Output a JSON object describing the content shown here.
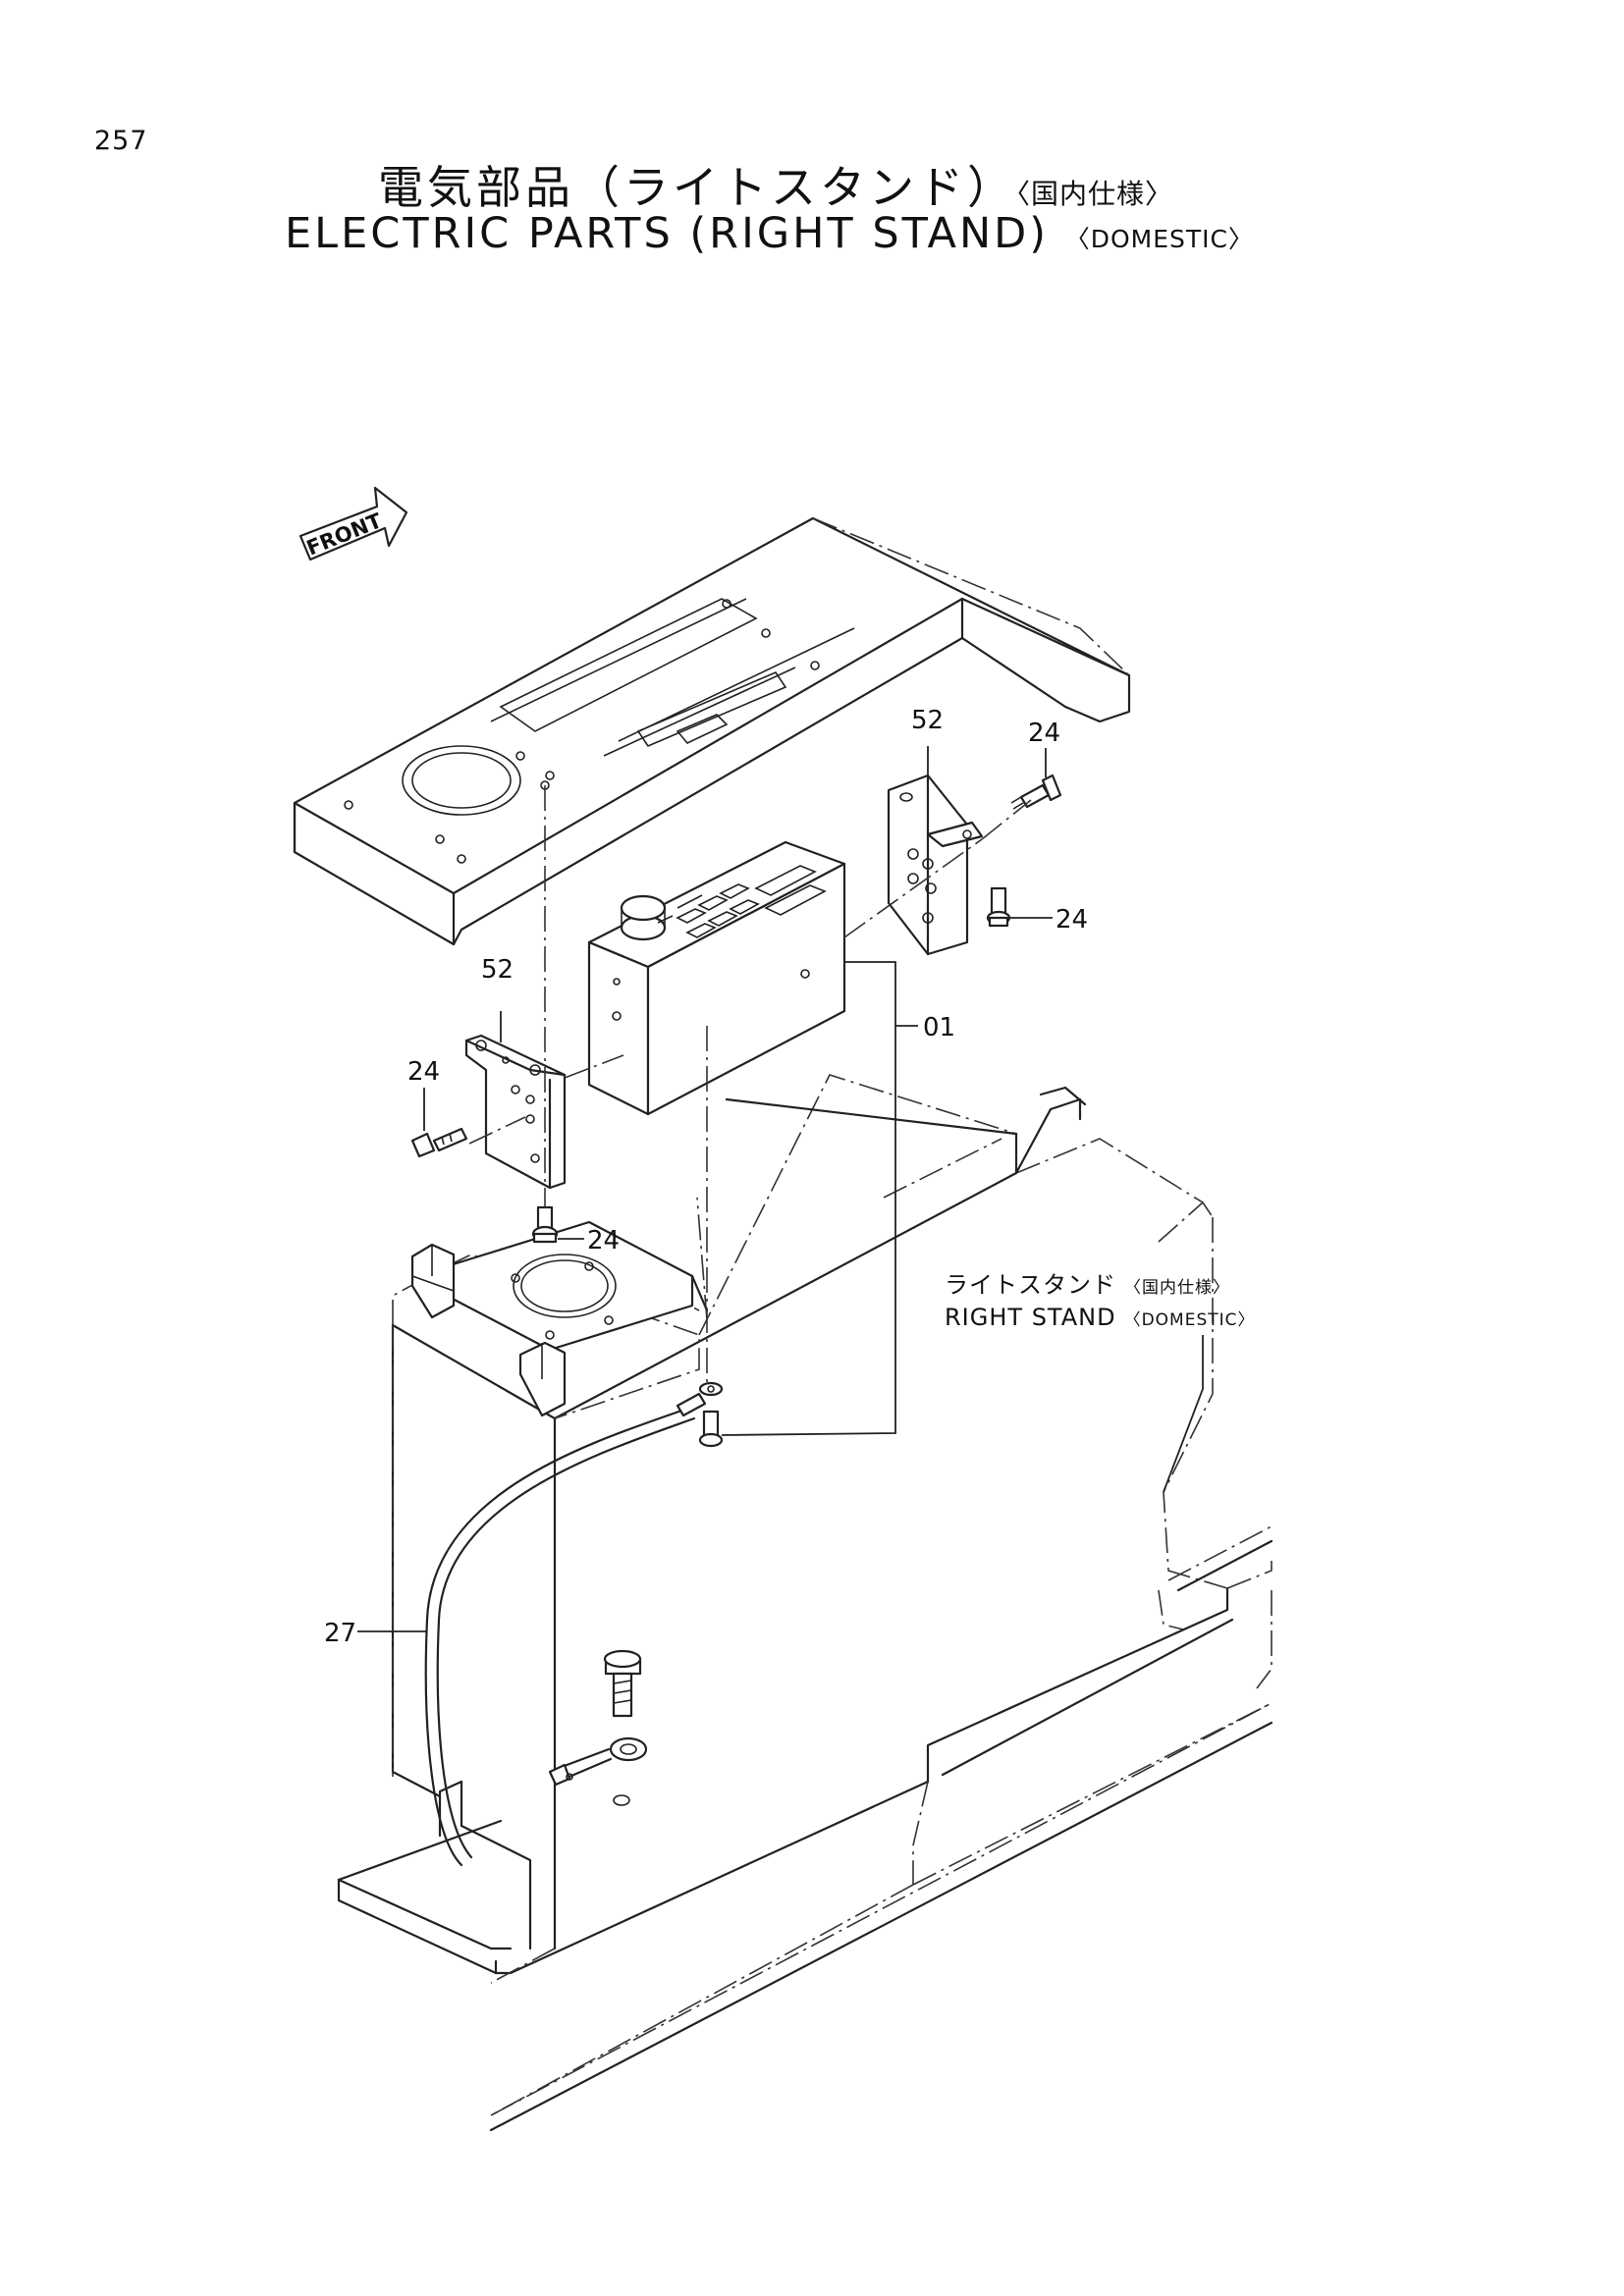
{
  "page": {
    "number": "257"
  },
  "title": {
    "jp_main": "電気部品（ライトスタンド）",
    "jp_sub": "〈国内仕様〉",
    "en_main": "ELECTRIC PARTS (RIGHT STAND)",
    "en_sub": "〈DOMESTIC〉"
  },
  "front_arrow": {
    "label": "FRONT"
  },
  "callouts": {
    "c52_top": "52",
    "c24_top": "24",
    "c24_right": "24",
    "c52_left": "52",
    "c24_left": "24",
    "c01": "01",
    "c24_mid": "24",
    "c27": "27"
  },
  "stand_label": {
    "jp_main": "ライトスタンド",
    "jp_sub": "〈国内仕様〉",
    "en_main": "RIGHT STAND",
    "en_sub": "〈DOMESTIC〉"
  }
}
